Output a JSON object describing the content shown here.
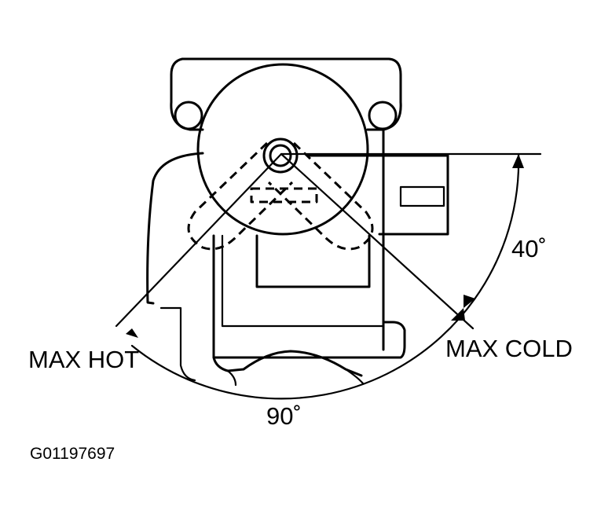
{
  "labels": {
    "max_hot": "MAX HOT",
    "max_cold": "MAX COLD",
    "angle_total": "90˚",
    "angle_cold": "40˚"
  },
  "figure_code": "G01197697",
  "colors": {
    "ink": "#000000",
    "background": "#ffffff"
  }
}
